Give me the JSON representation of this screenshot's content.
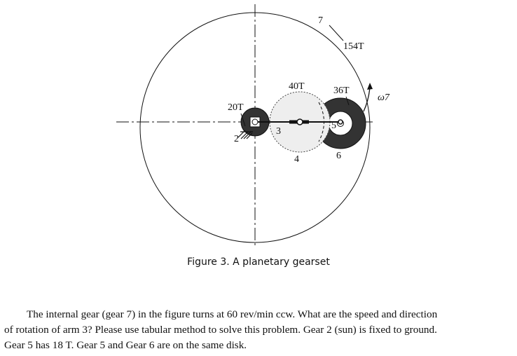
{
  "figure": {
    "labels": {
      "gear7_number": "7",
      "gear7_teeth": "154T",
      "gear4_teeth": "40T",
      "gear6_teeth": "36T",
      "gear2_teeth": "20T",
      "omega": "ω7",
      "gear2_number": "2",
      "arm3_number": "3",
      "gear4_number": "4",
      "gear5_number": "5",
      "gear6_number": "6"
    },
    "colors": {
      "line": "#111111",
      "planet_fill": "#eeeeee",
      "dark_gear": "#333333"
    }
  },
  "caption": "Figure 3. A planetary gearset",
  "problem": {
    "line1": "The internal gear (gear 7) in the figure turns at 60 rev/min ccw. What are the speed and direction",
    "line2": "of rotation of arm 3? Please use tabular method to solve this problem. Gear 2 (sun) is fixed to ground.",
    "line3": "Gear 5 has 18 T.  Gear 5 and Gear 6 are on the same disk."
  }
}
